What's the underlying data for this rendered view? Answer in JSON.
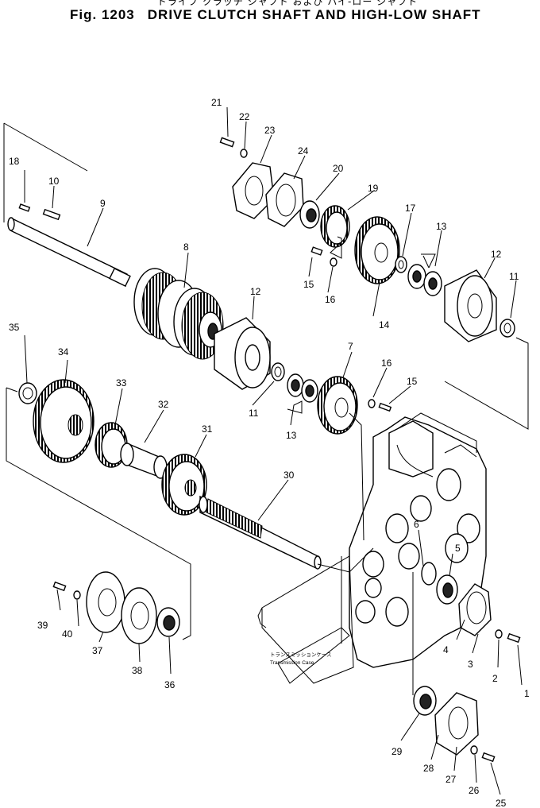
{
  "header": {
    "title_jp": "ドライブ クラッチ シャフト および ハイ-ロー シャフト",
    "fig_number": "Fig. 1203",
    "title_en": "DRIVE CLUTCH SHAFT AND HIGH-LOW SHAFT"
  },
  "case_label": {
    "jp": "トランスミッションケース",
    "en": "Transmission Case"
  },
  "callouts": {
    "c1": "1",
    "c2": "2",
    "c3": "3",
    "c4": "4",
    "c5": "5",
    "c6": "6",
    "c7": "7",
    "c8": "8",
    "c9": "9",
    "c10": "10",
    "c11a": "11",
    "c11b": "11",
    "c12a": "12",
    "c12b": "12",
    "c13a": "13",
    "c13b": "13",
    "c14": "14",
    "c15a": "15",
    "c15b": "15",
    "c16a": "16",
    "c16b": "16",
    "c17": "17",
    "c18": "18",
    "c19": "19",
    "c20": "20",
    "c21": "21",
    "c22": "22",
    "c23": "23",
    "c24": "24",
    "c25": "25",
    "c26": "26",
    "c27": "27",
    "c28": "28",
    "c29": "29",
    "c30": "30",
    "c31": "31",
    "c32": "32",
    "c33": "33",
    "c34": "34",
    "c35": "35",
    "c36": "36",
    "c37": "37",
    "c38": "38",
    "c39": "39",
    "c40": "40"
  }
}
